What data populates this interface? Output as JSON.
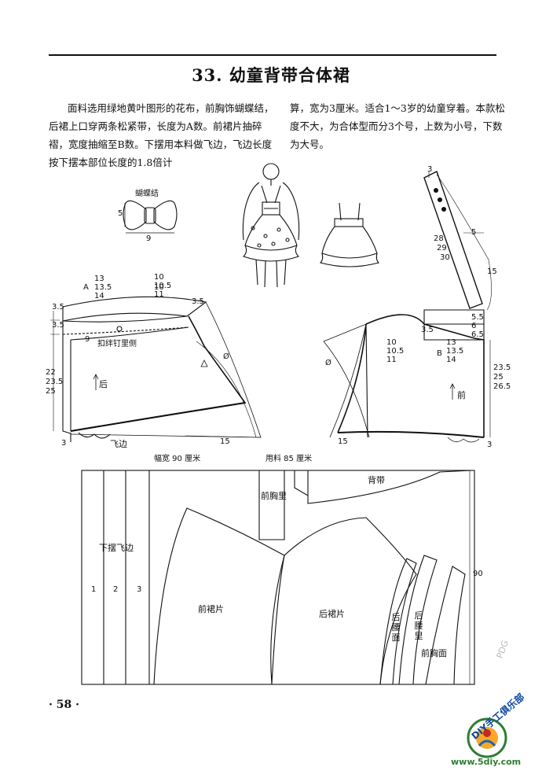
{
  "title": "33. 幼童背带合体裙",
  "intro_col1": "面料选用绿地黄叶图形的花布，前胸饰蝴蝶结，后裙上口穿两条松紧带，长度为A数。前裙片抽碎褶，宽度抽缩至B数。下摆用本料做飞边，飞边长度按下摆本部位长度的1.8倍计",
  "intro_col2": "算，宽为3厘米。适合1～3岁的幼童穿着。本款松度不大，为合体型而分3个号，上数为小号，下数为大号。",
  "bow": {
    "label": "蝴蝶结",
    "h": "5",
    "w": "9"
  },
  "back": {
    "A_label": "A",
    "A_vals": [
      "13",
      "13.5",
      "14"
    ],
    "side_top": "3.5",
    "band_left": "3.5",
    "band_9": "9",
    "button_label": "扣绊钉里侧",
    "length_vals": [
      "22",
      "23.5",
      "25"
    ],
    "direction": "后",
    "triangle": "△",
    "circle": "Ø",
    "frill_left": "3",
    "frill_label": "飞边",
    "hem_ext": "15"
  },
  "front": {
    "top_vals": [
      "10",
      "10.5",
      "11"
    ],
    "bodice_h": "3.5",
    "right_vals": [
      "5.5",
      "6",
      "6.5"
    ],
    "dart_vals": [
      "10",
      "10.5",
      "11"
    ],
    "B_label": "B",
    "B_vals": [
      "13",
      "13.5",
      "14"
    ],
    "length_vals": [
      "23.5",
      "25",
      "26.5"
    ],
    "direction": "前",
    "circle": "Ø",
    "frill_right": "3",
    "hem_ext": "15"
  },
  "strap": {
    "top": "3",
    "lengths": [
      "28",
      "29",
      "30"
    ],
    "w5": "5",
    "side15": "15"
  },
  "layout": {
    "width_label": "幅宽 90 厘米",
    "usage_label": "用料 85 厘米",
    "frill_label": "下摆飞边",
    "frill_nums": [
      "1",
      "2",
      "3"
    ],
    "chest_lining": "前胸里",
    "strap_label": "背带",
    "front_skirt": "前裙片",
    "back_skirt": "后裙片",
    "back_waist_face": "后腰面",
    "back_waist_lining": "后腰里",
    "front_chest_face": "前胸面",
    "height": "90"
  },
  "page_number": "· 58 ·",
  "watermark": {
    "pdg": "PDG",
    "club": "DIY手工俱乐部",
    "site": "www.5diy.com"
  }
}
